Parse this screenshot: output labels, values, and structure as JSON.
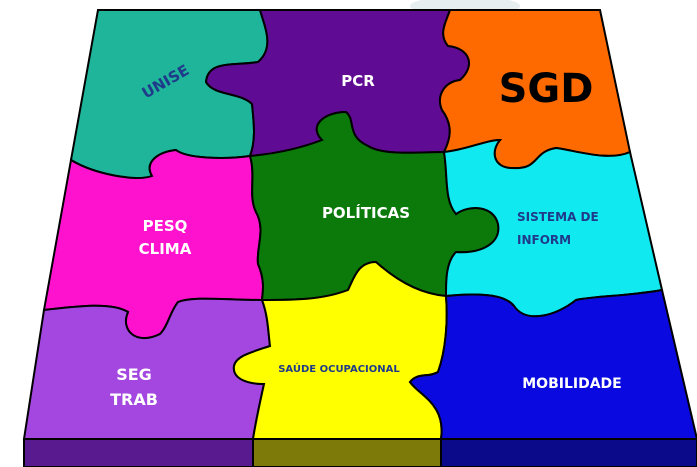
{
  "pieces": {
    "unise": {
      "label": "UNISE",
      "color": "#1fb59a",
      "text_color": "#1f3a8a"
    },
    "pcr": {
      "label": "PCR",
      "color": "#5f0b93",
      "text_color": "#ffffff"
    },
    "sgd": {
      "label": "SGD",
      "color": "#ff6a00",
      "text_color": "#000000"
    },
    "pesq": {
      "line1": "PESQ",
      "line2": "CLIMA",
      "color": "#ff12ce",
      "text_color": "#ffffff"
    },
    "politicas": {
      "label": "POLÍTICAS",
      "color": "#0b7a0b",
      "text_color": "#ffffff"
    },
    "sistema": {
      "line1": "SISTEMA DE",
      "line2": "INFORM",
      "color": "#11e9f0",
      "text_color": "#1f3a8a"
    },
    "seg": {
      "line1": "SEG",
      "line2": "TRAB",
      "color": "#a347e0",
      "text_color": "#ffffff"
    },
    "saude": {
      "label": "SAÚDE OCUPACIONAL",
      "color": "#ffff00",
      "text_color": "#1f3a8a"
    },
    "mobilidade": {
      "label": "MOBILIDADE",
      "color": "#0a0ae0",
      "text_color": "#ffffff"
    }
  },
  "base": {
    "left_color": "#5a1a8f",
    "center_color": "#7d7a0a",
    "right_color": "#0a0a8a"
  },
  "outline_color": "#000000"
}
